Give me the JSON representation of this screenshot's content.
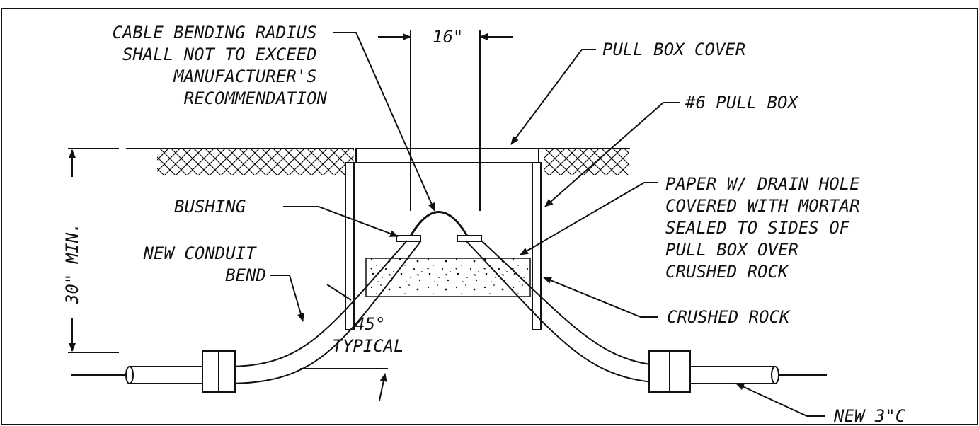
{
  "diagram": {
    "labels": {
      "cable_radius": [
        "CABLE BENDING RADIUS",
        "SHALL NOT TO EXCEED",
        "MANUFACTURER'S",
        "RECOMMENDATION"
      ],
      "dimension_width": "16\"",
      "pull_box_cover": "PULL BOX COVER",
      "pull_box": "#6 PULL BOX",
      "paper": [
        "PAPER W/ DRAIN HOLE",
        "COVERED WITH MORTAR",
        "SEALED TO SIDES OF",
        "PULL BOX OVER",
        "CRUSHED ROCK"
      ],
      "bushing": "BUSHING",
      "new_conduit_bend": [
        "NEW CONDUIT",
        "BEND"
      ],
      "dimension_depth": "30\"  MIN.",
      "angle": [
        "45°",
        "TYPICAL"
      ],
      "crushed_rock": "CRUSHED ROCK",
      "new_conduit": "NEW 3\"C"
    }
  }
}
